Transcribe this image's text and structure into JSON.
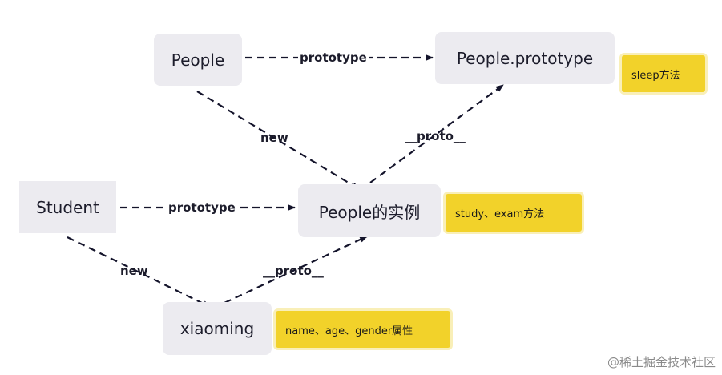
{
  "nodes": {
    "people": "People",
    "people_prototype": "People.prototype",
    "student": "Student",
    "people_instance": "People的实例",
    "xiaoming": "xiaoming"
  },
  "notes": {
    "sleep": "sleep方法",
    "study_exam": "study、exam方法",
    "attrs": "name、age、gender属性"
  },
  "edges": {
    "people_prototype": "prototype",
    "people_new": "new",
    "instance_proto": "__proto__",
    "student_prototype": "prototype",
    "student_new": "new",
    "xiaoming_proto": "__proto__"
  },
  "watermark": "@稀土掘金技术社区",
  "colors": {
    "node_bg": "#ecebf0",
    "note_bg": "#f2d22a",
    "arrow": "#14142b"
  }
}
